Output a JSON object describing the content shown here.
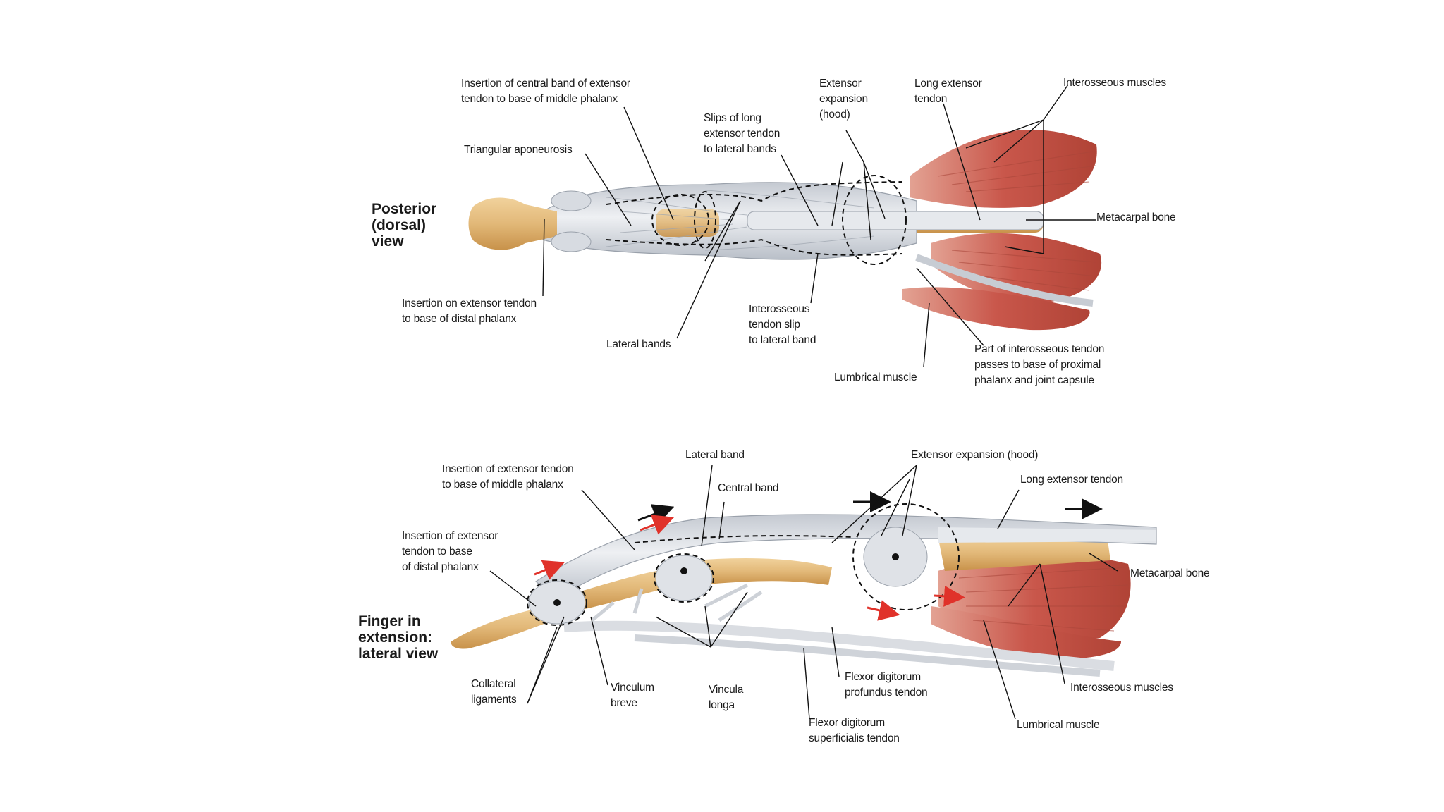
{
  "posterior": {
    "title": "Posterior\n(dorsal)\nview",
    "labels": {
      "insertion_central_band": "Insertion of central band of extensor\ntendon to base of middle phalanx",
      "triangular_aponeurosis": "Triangular aponeurosis",
      "slips_long_extensor": "Slips of long\nextensor tendon\nto lateral bands",
      "extensor_expansion": "Extensor\nexpansion\n(hood)",
      "long_extensor_tendon": "Long extensor\ntendon",
      "interosseous_muscles": "Interosseous muscles",
      "metacarpal_bone": "Metacarpal bone",
      "insertion_distal": "Insertion on extensor tendon\nto base of distal phalanx",
      "lateral_bands": "Lateral bands",
      "interosseous_tendon_slip": "Interosseous\ntendon slip\nto lateral band",
      "lumbrical_muscle": "Lumbrical muscle",
      "part_interosseous_tendon": "Part of interosseous tendon\npasses to base of proximal\nphalanx and joint capsule"
    }
  },
  "lateral": {
    "title": "Finger in\nextension:\nlateral view",
    "labels": {
      "lateral_band": "Lateral band",
      "extensor_expansion": "Extensor expansion (hood)",
      "insertion_middle": "Insertion of extensor tendon\nto base of middle phalanx",
      "central_band": "Central band",
      "long_extensor_tendon": "Long extensor tendon",
      "insertion_distal": "Insertion of extensor\ntendon to base\nof distal phalanx",
      "metacarpal_bone": "Metacarpal bone",
      "collateral_ligaments": "Collateral\nligaments",
      "vinculum_breve": "Vinculum\nbreve",
      "vincula_longa": "Vincula\nlonga",
      "flexor_profundus": "Flexor digitorum\nprofundus tendon",
      "interosseous_muscles": "Interosseous muscles",
      "flexor_superficialis": "Flexor digitorum\nsuperficialis tendon",
      "lumbrical_muscle": "Lumbrical muscle"
    }
  },
  "colors": {
    "bone": "#e2b878",
    "bone_dark": "#c8924a",
    "tendon": "#d9dde3",
    "tendon_light": "#eef0f3",
    "muscle": "#c9574b",
    "muscle_light": "#e39b8c",
    "arrow_black": "#111111",
    "arrow_red": "#e0322a"
  }
}
